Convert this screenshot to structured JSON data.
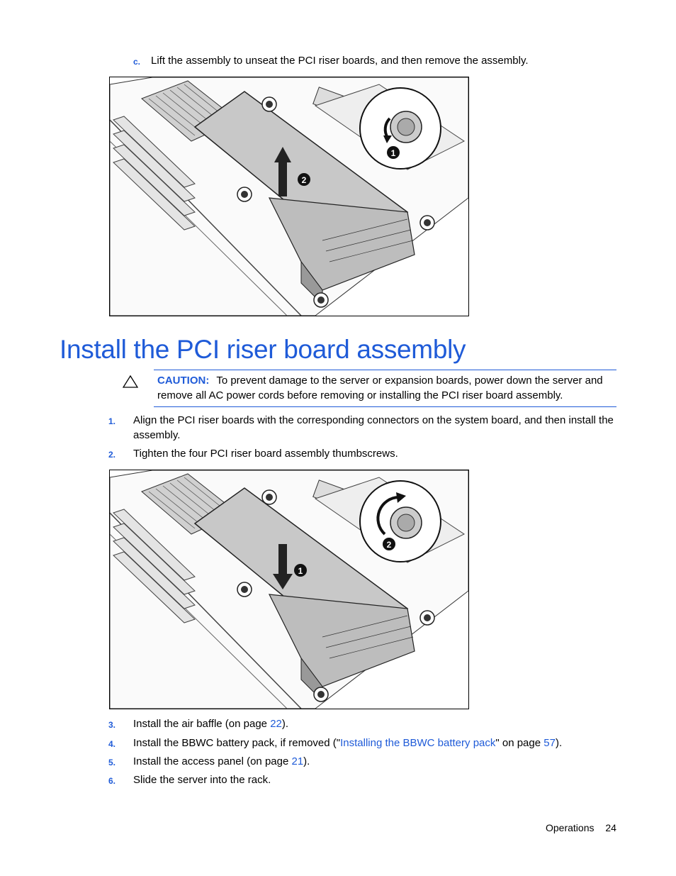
{
  "step_c": {
    "num": "c.",
    "text": "Lift the assembly to unseat the PCI riser boards, and then remove the assembly."
  },
  "figure1": {
    "callouts": [
      "1",
      "2"
    ],
    "icons": [
      "thumbscrew-icon",
      "lift-arrow-icon"
    ]
  },
  "section": {
    "title": "Install the PCI riser board assembly"
  },
  "caution": {
    "icon": "warning-triangle-icon",
    "label": "CAUTION:",
    "text": "To prevent damage to the server or expansion boards, power down the server and remove all AC power cords before removing or installing the PCI riser board assembly."
  },
  "steps_a": [
    {
      "num": "1.",
      "text": "Align the PCI riser boards with the corresponding connectors on the system board, and then install the assembly."
    },
    {
      "num": "2.",
      "text": "Tighten the four PCI riser board assembly thumbscrews."
    }
  ],
  "figure2": {
    "callouts": [
      "1",
      "2"
    ],
    "icons": [
      "thumbscrew-icon",
      "lower-arrow-icon"
    ]
  },
  "steps_b": {
    "s3": {
      "num": "3.",
      "before": "Install the air baffle (on page ",
      "link": "22",
      "after": ")."
    },
    "s4": {
      "num": "4.",
      "before": "Install the BBWC battery pack, if removed (\"",
      "link1": "Installing the BBWC battery pack",
      "mid": "\" on page ",
      "link2": "57",
      "after": ")."
    },
    "s5": {
      "num": "5.",
      "before": "Install the access panel (on page ",
      "link": "21",
      "after": ")."
    },
    "s6": {
      "num": "6.",
      "text": "Slide the server into the rack."
    }
  },
  "footer": {
    "section": "Operations",
    "page": "24"
  }
}
